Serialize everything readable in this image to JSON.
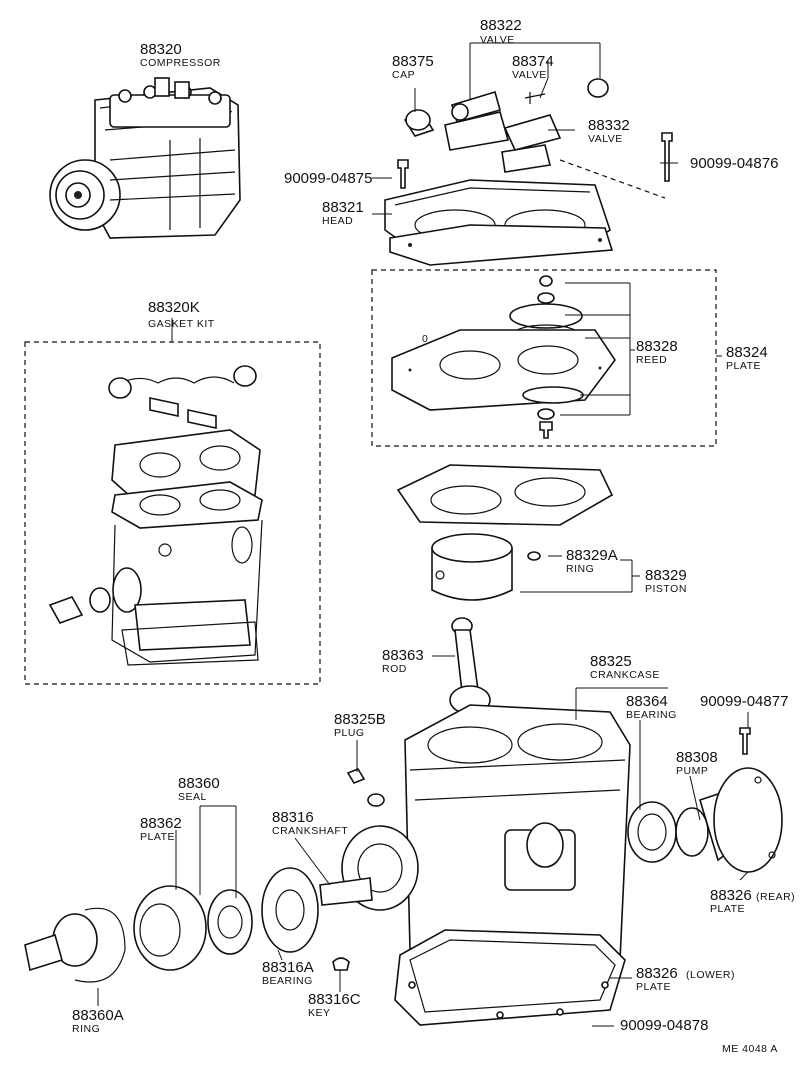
{
  "diagram_code": "ME 4048  A",
  "parts": {
    "compressor": {
      "number": "88320",
      "name": "COMPRESSOR"
    },
    "gasket_kit": {
      "number": "88320K",
      "name": "GASKET KIT"
    },
    "valve_main": {
      "number": "88322",
      "name": "VALVE"
    },
    "cap": {
      "number": "88375",
      "name": "CAP"
    },
    "valve_small": {
      "number": "88374",
      "name": "VALVE"
    },
    "valve_side": {
      "number": "88332",
      "name": "VALVE"
    },
    "bolt_left": {
      "number": "90099-04875"
    },
    "bolt_right": {
      "number": "90099-04876"
    },
    "head": {
      "number": "88321",
      "name": "HEAD"
    },
    "reed": {
      "number": "88328",
      "name": "REED"
    },
    "valve_plate": {
      "number": "88324",
      "name": "PLATE"
    },
    "piston_ring": {
      "number": "88329A",
      "name": "RING"
    },
    "piston": {
      "number": "88329",
      "name": "PISTON"
    },
    "rod": {
      "number": "88363",
      "name": "ROD"
    },
    "crankcase": {
      "number": "88325",
      "name": "CRANKCASE"
    },
    "bearing_rear": {
      "number": "88364",
      "name": "BEARING"
    },
    "bolt_rear": {
      "number": "90099-04877"
    },
    "plug": {
      "number": "88325B",
      "name": "PLUG"
    },
    "pump": {
      "number": "88308",
      "name": "PUMP"
    },
    "seal": {
      "number": "88360",
      "name": "SEAL"
    },
    "seal_plate": {
      "number": "88362",
      "name": "PLATE"
    },
    "crankshaft": {
      "number": "88316",
      "name": "CRANKSHAFT"
    },
    "plate_rear": {
      "number": "88326",
      "qualifier": "(REAR)",
      "name": "PLATE"
    },
    "bearing_front": {
      "number": "88316A",
      "name": "BEARING"
    },
    "key": {
      "number": "88316C",
      "name": "KEY"
    },
    "plate_lower": {
      "number": "88326",
      "qualifier": "(LOWER)",
      "name": "PLATE"
    },
    "seal_ring": {
      "number": "88360A",
      "name": "RING"
    },
    "bolt_lower": {
      "number": "90099-04878"
    }
  },
  "reed_plate_mark": "0"
}
